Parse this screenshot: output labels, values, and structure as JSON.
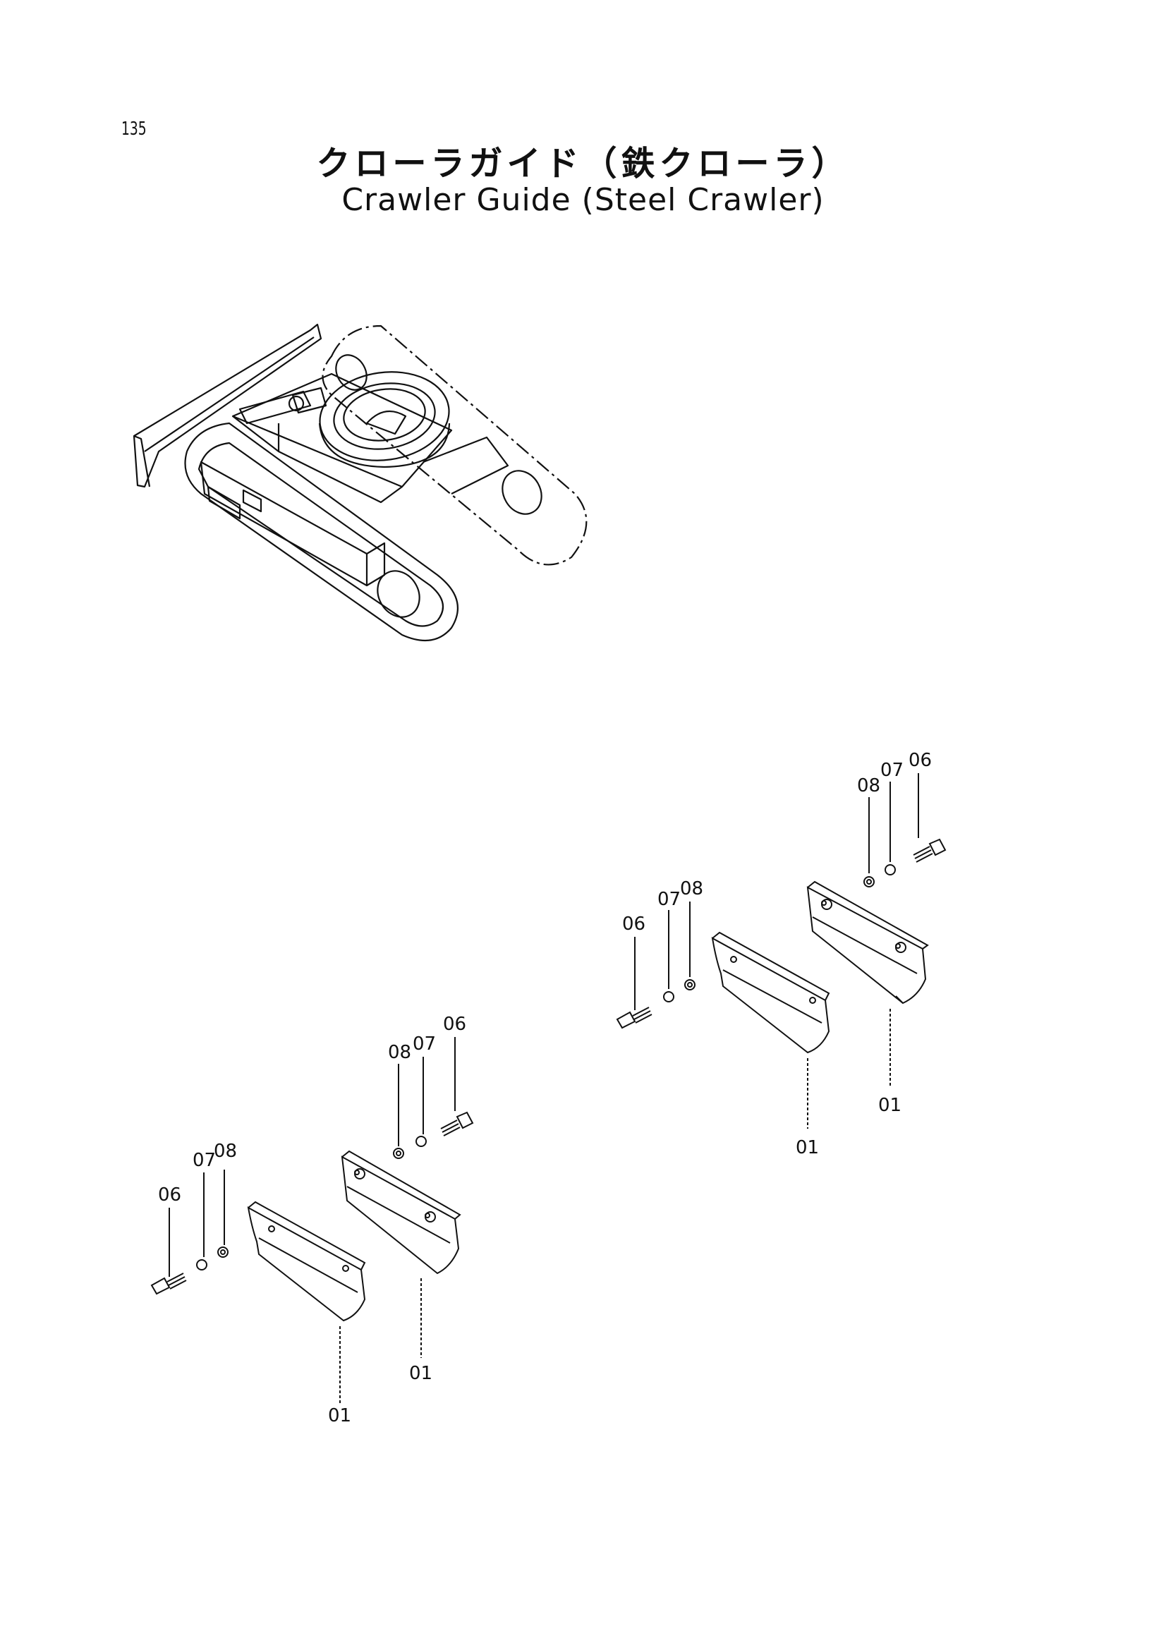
{
  "page_number": "135",
  "title_jp": "クローラガイド（鉄クローラ）",
  "title_en": "Crawler Guide (Steel Crawler)",
  "callouts": {
    "ur_06_top": "06",
    "ur_07_top": "07",
    "ur_08_top": "08",
    "ur_06_left": "06",
    "ur_07_left": "07",
    "ur_08_left": "08",
    "ur_01_right": "01",
    "ur_01_left": "01",
    "ll_06_top": "06",
    "ll_07_top": "07",
    "ll_08_top": "08",
    "ll_06_left": "06",
    "ll_07_left": "07",
    "ll_08_left": "08",
    "ll_01_right": "01",
    "ll_01_left": "01"
  }
}
